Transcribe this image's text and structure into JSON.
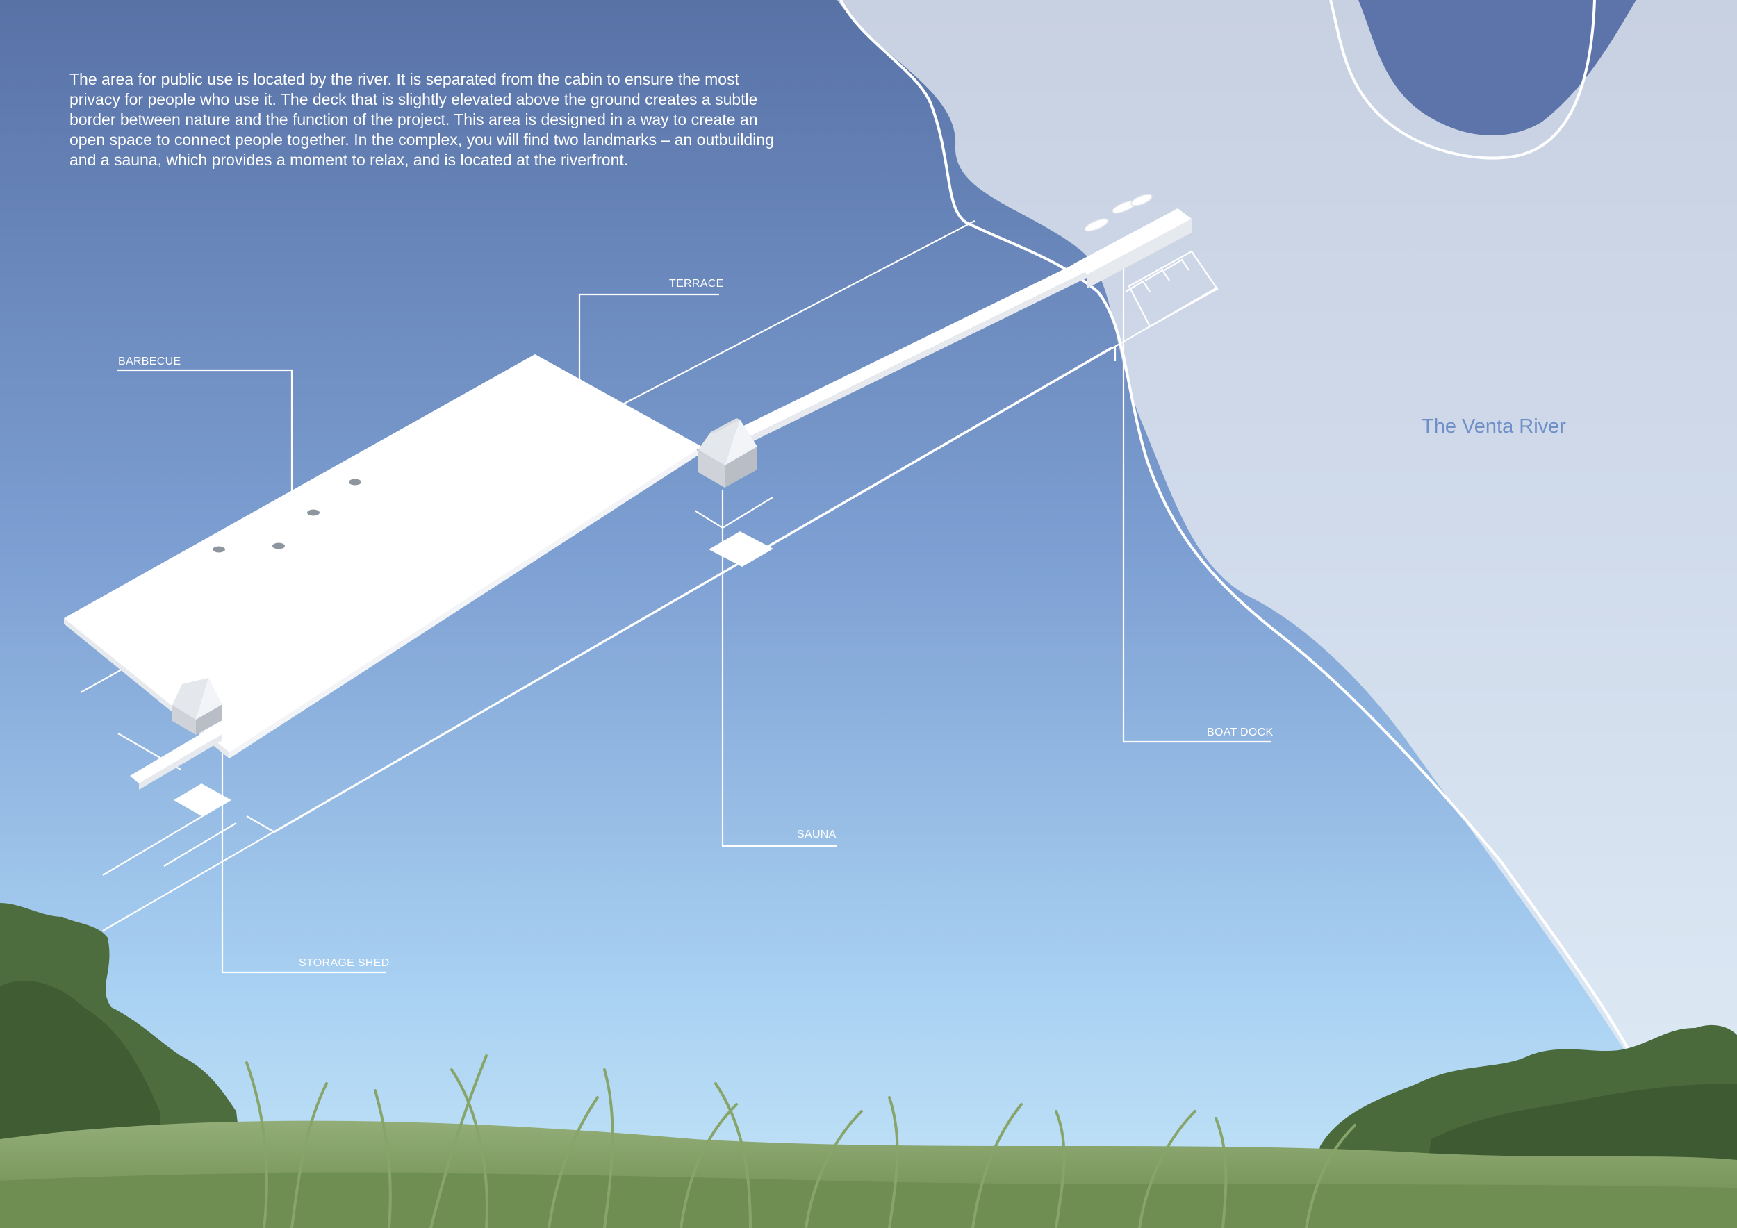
{
  "description": "The area for public use is located by the river. It is separated from the cabin to ensure the most privacy for people who use it. The deck that is slightly elevated above the ground creates a subtle border between nature and the function of the project. This area is designed in a way to create an open space to connect people together. In the complex, you will find two landmarks – an outbuilding and a sauna, which provides a moment to relax, and is located at the riverfront.",
  "labels": {
    "terrace": "TERRACE",
    "barbecue": "BARBECUE",
    "boat_dock": "BOAT DOCK",
    "sauna": "SAUNA",
    "storage_shed": "STORAGE SHED"
  },
  "river_name": "The Venta River",
  "colors": {
    "sky_top": "#5872a6",
    "sky_bottom": "#b9def6",
    "river_overlay": "#e8ecf2",
    "deck": "#ffffff",
    "grass": "#7f9d60",
    "trees": "#4a6a3c",
    "river_label": "#6f8fc7"
  }
}
